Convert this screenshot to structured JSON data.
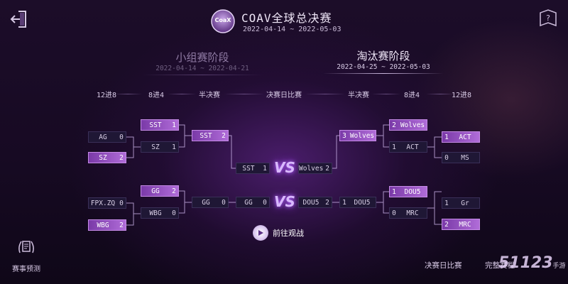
{
  "header": {
    "logo_text": "CoaX",
    "title": "COAV全球总决赛",
    "dates": "2022-04-14 ~ 2022-05-03"
  },
  "stages": {
    "group": {
      "title": "小组赛阶段",
      "dates": "2022-04-14 ~ 2022-04-21"
    },
    "knockout": {
      "title": "淘汰赛阶段",
      "dates": "2022-04-25 ~ 2022-05-03"
    }
  },
  "rounds": {
    "l12to8": "12进8",
    "l8to4": "8进4",
    "lsemi": "半决赛",
    "final": "决赛日比赛",
    "rsemi": "半决赛",
    "r8to4": "8进4",
    "r12to8": "12进8"
  },
  "teams": {
    "ag": {
      "name": "AG",
      "score": "0"
    },
    "sz1": {
      "name": "SZ",
      "score": "2"
    },
    "sst1": {
      "name": "SST",
      "score": "1"
    },
    "sz2": {
      "name": "SZ",
      "score": "1"
    },
    "sst2": {
      "name": "SST",
      "score": "2"
    },
    "fpx": {
      "name": "FPX.ZQ",
      "score": "0"
    },
    "wbg1": {
      "name": "WBG",
      "score": "2"
    },
    "gg1": {
      "name": "GG",
      "score": "2"
    },
    "wbg2": {
      "name": "WBG",
      "score": "0"
    },
    "gg2": {
      "name": "GG",
      "score": "0"
    },
    "wolves1": {
      "name": "Wolves",
      "score": "2"
    },
    "act1": {
      "name": "ACT",
      "score": "1"
    },
    "act2": {
      "name": "ACT",
      "score": "1"
    },
    "ms": {
      "name": "MS",
      "score": "0"
    },
    "wolves2": {
      "name": "Wolves",
      "score": "3"
    },
    "dou5a": {
      "name": "DOU5",
      "score": "1"
    },
    "mrc1": {
      "name": "MRC",
      "score": "0"
    },
    "gr": {
      "name": "Gr",
      "score": "1"
    },
    "mrc2": {
      "name": "MRC",
      "score": "2"
    },
    "dou5b": {
      "name": "DOU5",
      "score": "1"
    }
  },
  "final_day": {
    "m1_left": {
      "name": "SST",
      "score": "1"
    },
    "m1_right": {
      "name": "Wolves",
      "score": "2"
    },
    "m2_left": {
      "name": "GG",
      "score": "0"
    },
    "m2_right": {
      "name": "DOU5",
      "score": "2"
    },
    "vs": "VS"
  },
  "watch_button": "前往观战",
  "predict_label": "赛事预测",
  "bottom_nav": {
    "final_day": "决赛日比赛",
    "complete": "完整赛程"
  },
  "watermark": {
    "brand": "51123",
    "suffix": "手游"
  },
  "colors": {
    "accent": "#b06cd8",
    "background": "#1c0d29",
    "vs_glow": "#b566ff"
  }
}
